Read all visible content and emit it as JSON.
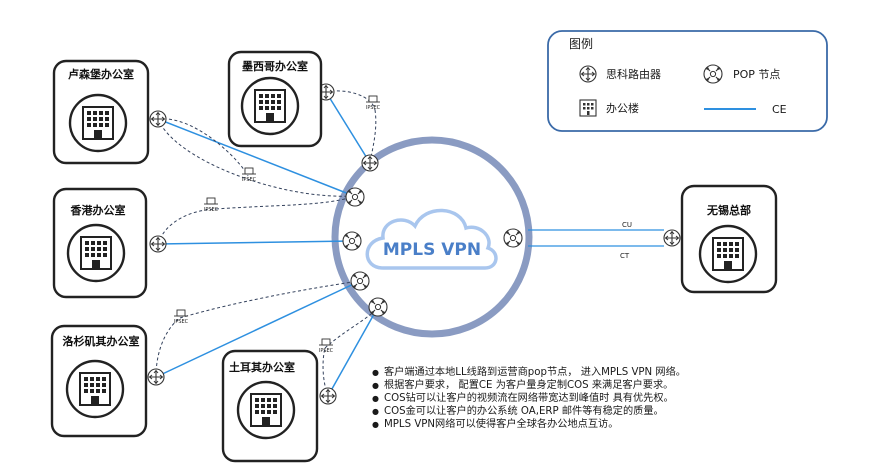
{
  "offices": {
    "luxembourg": "卢森堡办公室",
    "mexico": "墨西哥办公室",
    "hongkong": "香港办公室",
    "losangeles": "洛杉矶其办公室",
    "turkey": "土耳其办公室",
    "wuxi": "无锡总部"
  },
  "cloud": {
    "label": "MPLS VPN"
  },
  "links": {
    "cu": "CU",
    "ct": "CT",
    "ipsec": "IPSEC"
  },
  "legend": {
    "title": "图例",
    "router": "思科路由器",
    "pop": "POP 节点",
    "building": "办公楼",
    "ce": "CE"
  },
  "notes": [
    "客户端通过本地LL线路到运营商pop节点， 进入MPLS VPN 网络。",
    "根据客户要求， 配置CE 为客户量身定制COS 来满足客户要求。",
    "COS钻可以让客户的视频流在网络带宽达到峰值时 具有优先权。",
    "COS金可以让客户的办公系统 OA,ERP 邮件等有稳定的质量。",
    "MPLS VPN网络可以使得客户全球各办公地点互访。"
  ],
  "colors": {
    "ce_line": "#2e90e0",
    "cloud_ring": "#8a9bc2",
    "cloud_fill": "#a9c6ee",
    "frame": "#222222"
  }
}
